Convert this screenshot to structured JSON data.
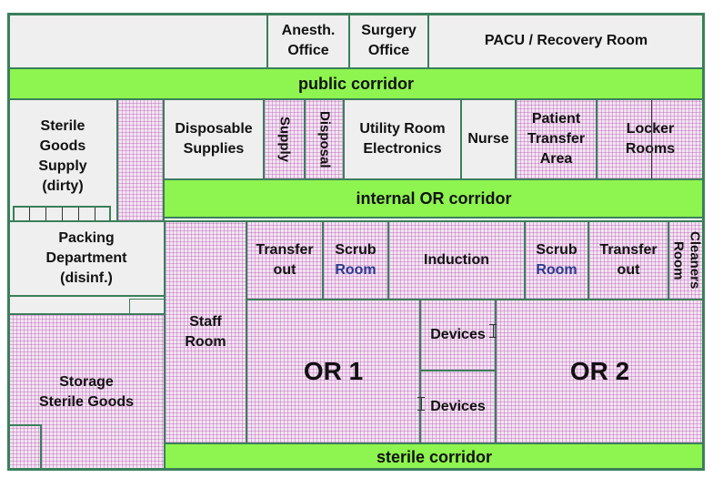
{
  "rooms": {
    "anesth_office_1": "Anesth.",
    "anesth_office_2": "Office",
    "surgery_office_1": "Surgery",
    "surgery_office_2": "Office",
    "pacu": "PACU / Recovery Room",
    "public_corridor": "public corridor",
    "sterile_goods_supply": "Sterile\nGoods\nSupply\n(dirty)",
    "disposable_supplies": "Disposable\nSupplies",
    "supply": "Supply",
    "disposal": "Disposal",
    "utility_room": "Utility Room\nElectronics",
    "nurse": "Nurse",
    "patient_transfer_area": "Patient\nTransfer\nArea",
    "locker_rooms": "Locker\nRooms",
    "internal_or_corridor": "internal OR corridor",
    "packing_department": "Packing\nDepartment\n(disinf.)",
    "transfer_out_left": "Transfer\nout",
    "scrub_room_left_1": "Scrub",
    "scrub_room_left_2": "Room",
    "induction": "Induction",
    "scrub_room_right_1": "Scrub",
    "scrub_room_right_2": "Room",
    "transfer_out_right": "Transfer\nout",
    "cleaners_room_1": "Cleaners",
    "cleaners_room_2": "Room",
    "staff_room": "Staff\nRoom",
    "or_1": "OR 1",
    "devices_top": "Devices",
    "devices_bottom": "Devices",
    "or_2": "OR 2",
    "storage_sterile_goods": "Storage\nSterile Goods",
    "sterile_corridor": "sterile corridor"
  },
  "colors": {
    "wall": "#3a7f5b",
    "corridor": "#8ef44f",
    "office": "#efefef",
    "hatched_room": "#f3e4f2",
    "hatch_line": "#aa46aa",
    "scrub_room_word": "#2b3a8f"
  }
}
